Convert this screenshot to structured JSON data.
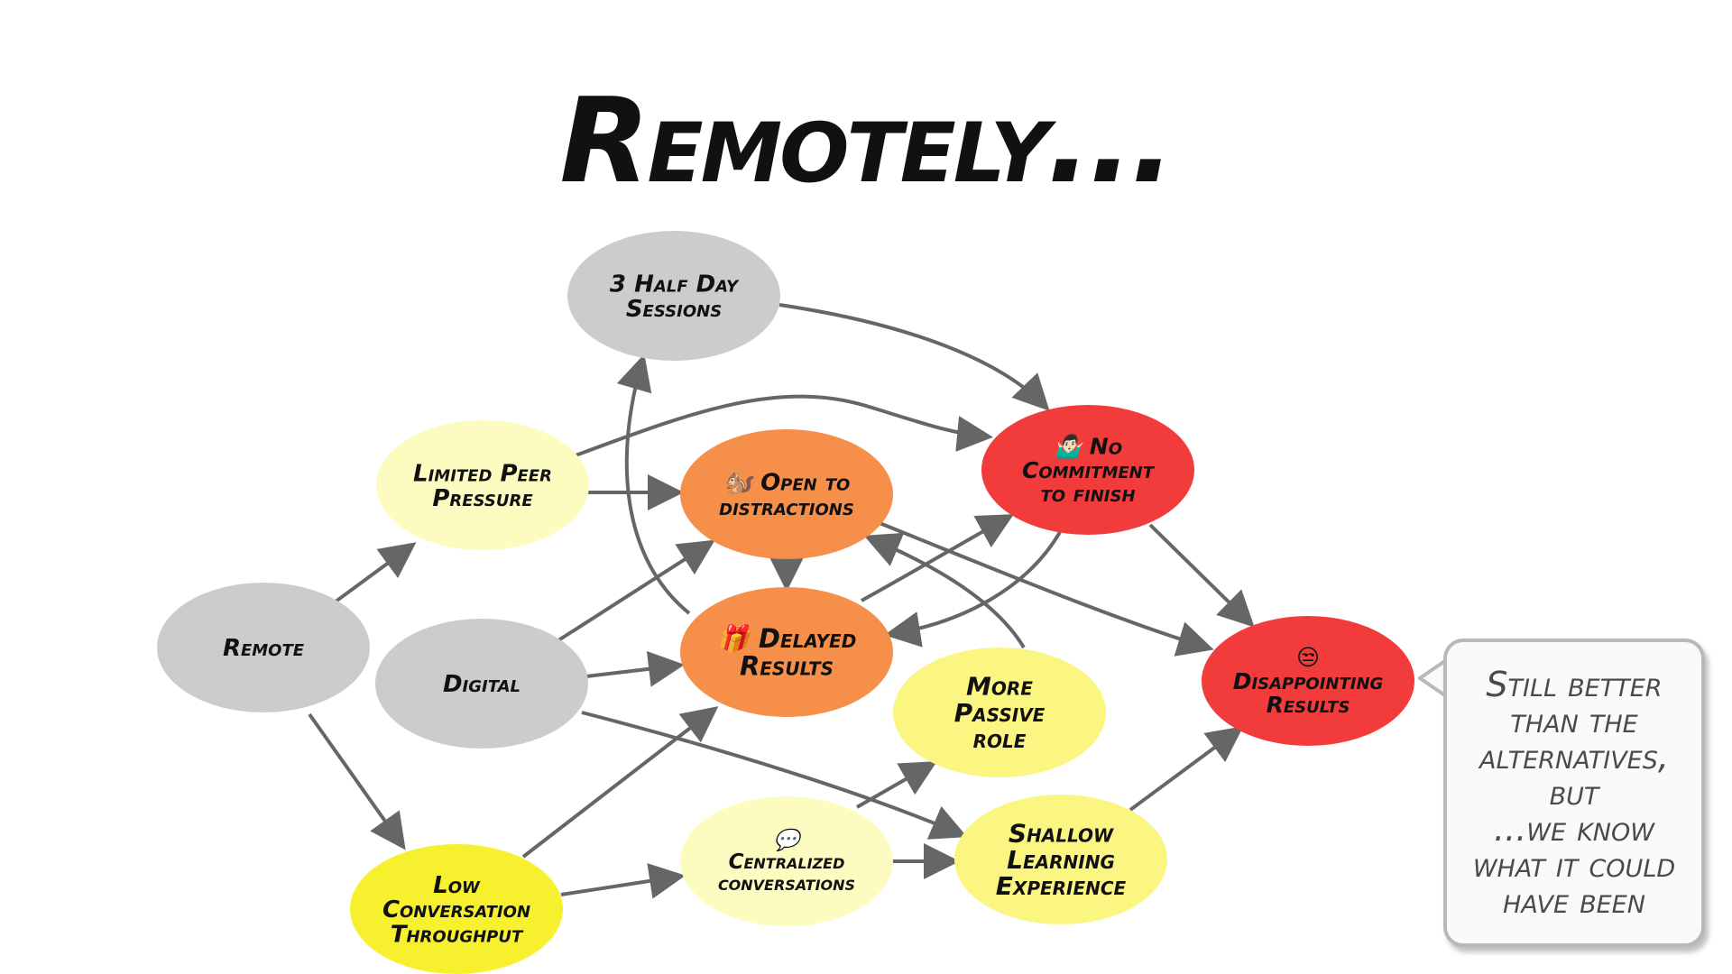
{
  "title": "Remotely...",
  "nodes": {
    "half_day_sessions": "3 Half Day\nSessions",
    "limited_peer_pressure": "Limited Peer\nPressure",
    "remote": "Remote",
    "digital": "Digital",
    "open_to_distractions": "🐿️ Open to\ndistractions",
    "delayed_results": "🎁 Delayed\nResults",
    "no_commitment": "🤷🏻‍♂️ No\nCommitment\nto finish",
    "more_passive_role": "More\nPassive\nrole",
    "centralized_conversations": "💬\nCentralized\nconversations",
    "low_conversation_throughput": "Low\nConversation\nThroughput",
    "shallow_learning": "Shallow\nLearning\nExperience",
    "disappointing_results": "😒\nDisappointing\nResults"
  },
  "callout": "Still better\nthan the\nalternatives,\nbut\n...we know\nwhat it could\nhave been",
  "colors": {
    "gray": "#cccccc",
    "pale_yellow": "#fdfcc0",
    "light_yellow": "#fbf582",
    "yellow": "#f7f02e",
    "orange": "#f58f49",
    "red": "#f23c3c",
    "arrow": "#666666"
  }
}
